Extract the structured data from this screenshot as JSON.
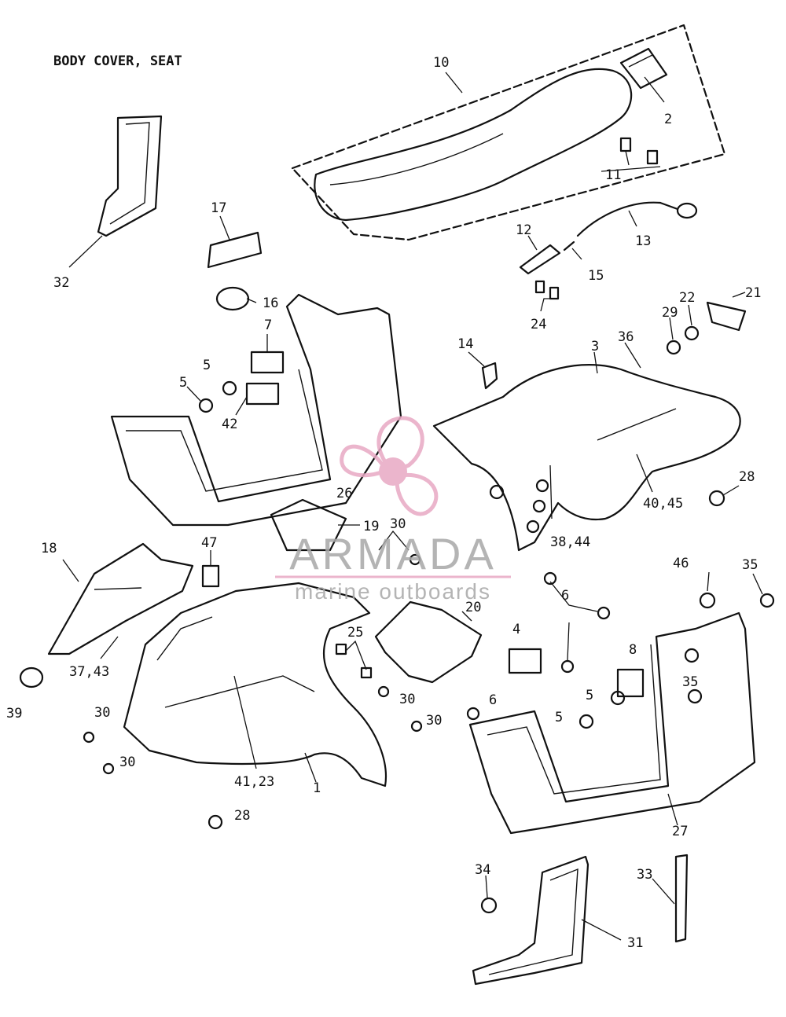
{
  "title": "BODY COVER, SEAT",
  "watermark": {
    "brand": "ARMADA",
    "tagline": "marine outboards",
    "brand_color": "#a8a8a8",
    "accent_color": "#e8a9c4"
  },
  "callouts": [
    {
      "id": "c10",
      "text": "10"
    },
    {
      "id": "c2",
      "text": "2"
    },
    {
      "id": "c11",
      "text": "11"
    },
    {
      "id": "c13",
      "text": "13"
    },
    {
      "id": "c12",
      "text": "12"
    },
    {
      "id": "c15",
      "text": "15"
    },
    {
      "id": "c17",
      "text": "17"
    },
    {
      "id": "c32",
      "text": "32"
    },
    {
      "id": "c16",
      "text": "16"
    },
    {
      "id": "c7",
      "text": "7"
    },
    {
      "id": "c5a",
      "text": "5"
    },
    {
      "id": "c5b",
      "text": "5"
    },
    {
      "id": "c42",
      "text": "42"
    },
    {
      "id": "c26",
      "text": "26"
    },
    {
      "id": "c24",
      "text": "24"
    },
    {
      "id": "c14",
      "text": "14"
    },
    {
      "id": "c3",
      "text": "3"
    },
    {
      "id": "c36",
      "text": "36"
    },
    {
      "id": "c29",
      "text": "29"
    },
    {
      "id": "c22",
      "text": "22"
    },
    {
      "id": "c21",
      "text": "21"
    },
    {
      "id": "c28a",
      "text": "28"
    },
    {
      "id": "c40_45",
      "text": "40,45"
    },
    {
      "id": "c38_44",
      "text": "38,44"
    },
    {
      "id": "c19",
      "text": "19"
    },
    {
      "id": "c30a",
      "text": "30"
    },
    {
      "id": "c18",
      "text": "18"
    },
    {
      "id": "c47",
      "text": "47"
    },
    {
      "id": "c20",
      "text": "20"
    },
    {
      "id": "c25",
      "text": "25"
    },
    {
      "id": "c37_43",
      "text": "37,43"
    },
    {
      "id": "c39",
      "text": "39"
    },
    {
      "id": "c30b",
      "text": "30"
    },
    {
      "id": "c30c",
      "text": "30"
    },
    {
      "id": "c30d",
      "text": "30"
    },
    {
      "id": "c30e",
      "text": "30"
    },
    {
      "id": "c41_23",
      "text": "41,23"
    },
    {
      "id": "c1",
      "text": "1"
    },
    {
      "id": "c28b",
      "text": "28"
    },
    {
      "id": "c4",
      "text": "4"
    },
    {
      "id": "c6a",
      "text": "6"
    },
    {
      "id": "c6b",
      "text": "6"
    },
    {
      "id": "c8",
      "text": "8"
    },
    {
      "id": "c5c",
      "text": "5"
    },
    {
      "id": "c5d",
      "text": "5"
    },
    {
      "id": "c46",
      "text": "46"
    },
    {
      "id": "c35a",
      "text": "35"
    },
    {
      "id": "c35b",
      "text": "35"
    },
    {
      "id": "c27",
      "text": "27"
    },
    {
      "id": "c34",
      "text": "34"
    },
    {
      "id": "c33",
      "text": "33"
    },
    {
      "id": "c31",
      "text": "31"
    }
  ]
}
